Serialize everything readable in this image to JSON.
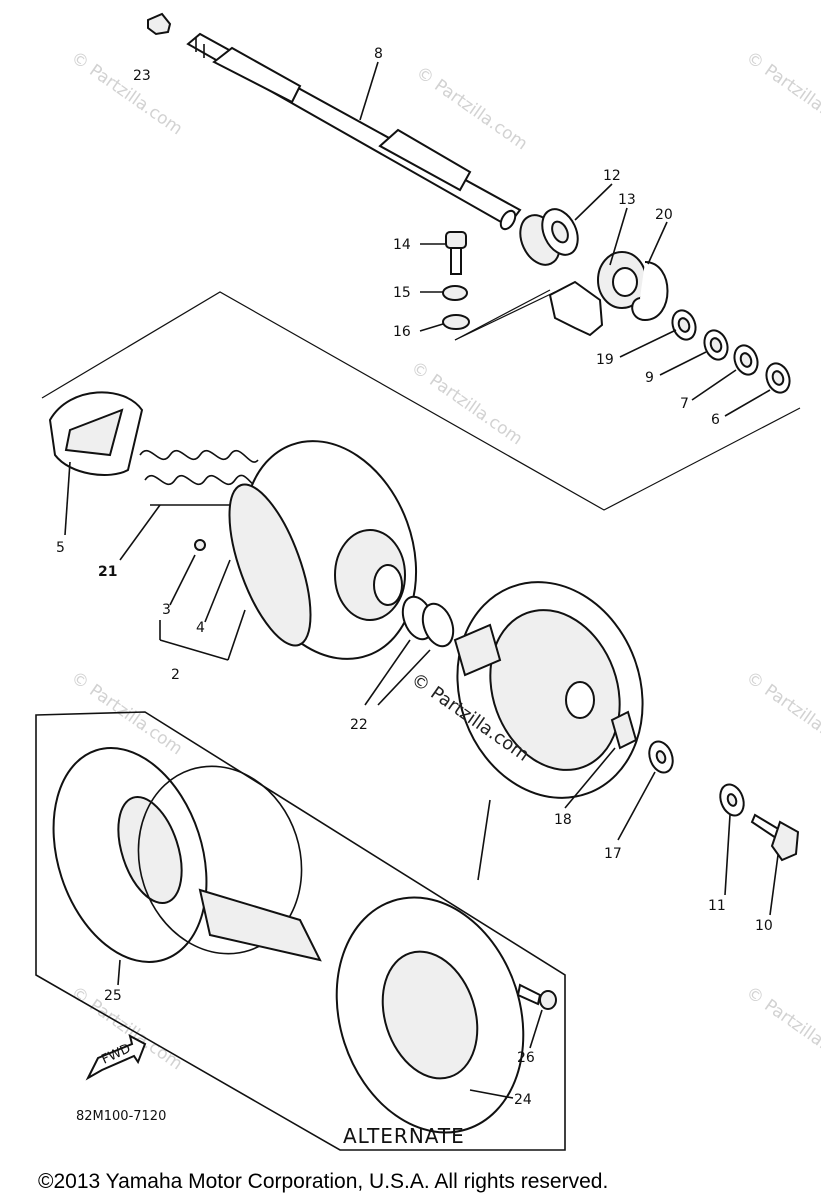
{
  "diagram": {
    "part_labels": {
      "p2": "2",
      "p3": "3",
      "p4": "4",
      "p5": "5",
      "p6": "6",
      "p7": "7",
      "p8": "8",
      "p9": "9",
      "p10": "10",
      "p11": "11",
      "p12": "12",
      "p13": "13",
      "p14": "14",
      "p15": "15",
      "p16": "16",
      "p17": "17",
      "p18": "18",
      "p19": "19",
      "p20": "20",
      "p21": "21",
      "p22": "22",
      "p23": "23",
      "p24": "24",
      "p25": "25",
      "p26": "26"
    },
    "alternate_label": "ALTERNATE",
    "diagram_code": "82M100-7120",
    "fwd_label": "FWD",
    "watermark_text": "© Partzilla.com",
    "watermark_main": "© Partzilla.com",
    "copyright": "©2013  Yamaha Motor Corporation, U.S.A. All rights reserved."
  }
}
